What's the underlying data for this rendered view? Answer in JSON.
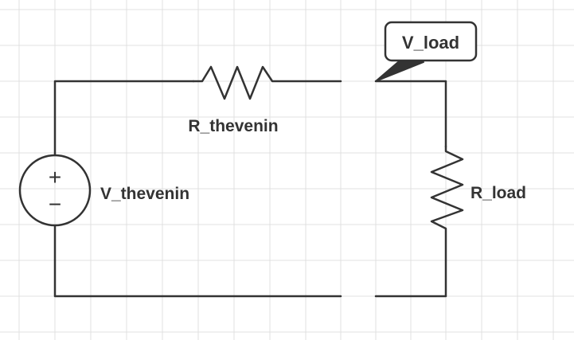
{
  "components": {
    "source": {
      "label": "V_thevenin",
      "plus": "+",
      "minus": "−"
    },
    "series_resistor": {
      "label": "R_thevenin"
    },
    "load_resistor": {
      "label": "R_load"
    },
    "probe": {
      "label": "V_load"
    }
  },
  "colors": {
    "wire": "#333333",
    "grid": "#e0e0e0",
    "background": "#ffffff"
  }
}
